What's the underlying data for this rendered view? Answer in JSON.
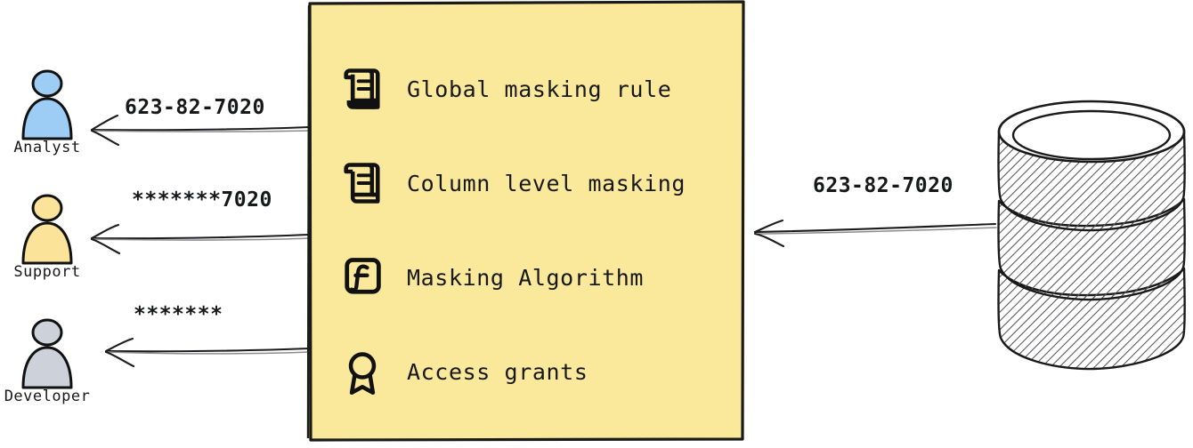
{
  "diagram": {
    "type": "data-masking-flow",
    "background_color": "#ffffff",
    "direction": "right-to-left"
  },
  "source": {
    "name": "database-cylinder",
    "icon": "database-icon",
    "outbound_value": "623-82-7020",
    "style": "hand-drawn hatched cylinder, three stacked segments"
  },
  "policy_box": {
    "fill_color": "#fae89b",
    "border_color": "#1a1a17",
    "items": [
      {
        "icon": "scroll-icon",
        "label": "Global masking rule"
      },
      {
        "icon": "scroll-icon",
        "label": "Column level masking"
      },
      {
        "icon": "function-icon",
        "label": "Masking Algorithm"
      },
      {
        "icon": "award-icon",
        "label": "Access grants"
      }
    ]
  },
  "consumers": [
    {
      "role": "Analyst",
      "icon": "person-icon",
      "color": "#9dcdf5",
      "received_value": "623-82-7020",
      "masking": "none"
    },
    {
      "role": "Support",
      "icon": "person-icon",
      "color": "#fbe49a",
      "received_value": "*******7020",
      "masking": "partial"
    },
    {
      "role": "Developer",
      "icon": "person-icon",
      "color": "#cdd2da",
      "received_value": "*******",
      "masking": "full"
    }
  ],
  "arrows": [
    {
      "name": "arrow-to-analyst",
      "direction": "left"
    },
    {
      "name": "arrow-to-support",
      "direction": "left"
    },
    {
      "name": "arrow-to-developer",
      "direction": "left"
    },
    {
      "name": "arrow-from-database",
      "direction": "left"
    }
  ]
}
